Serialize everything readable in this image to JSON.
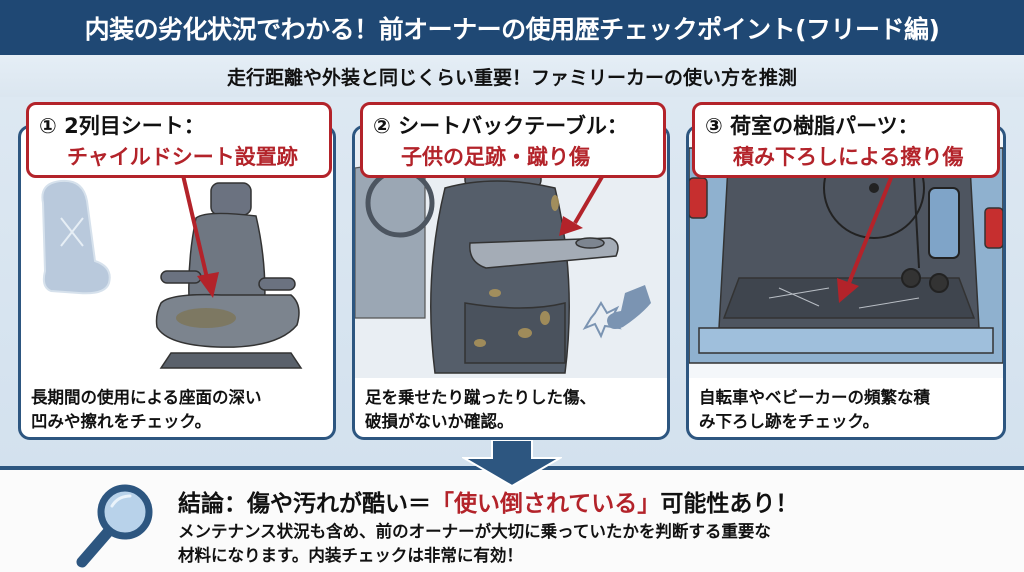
{
  "header": {
    "title": "内装の劣化状況でわかる！前オーナーの使用歴チェックポイント(フリード編)"
  },
  "subtitle": "走行距離や外装と同じくらい重要！ファミリーカーの使い方を推測",
  "cards": [
    {
      "number": "①",
      "title": "2列目シート：",
      "highlight": "チャイルドシート設置跡",
      "description_lines": [
        "長期間の使用による座面の深い",
        "凹みや擦れをチェック。"
      ],
      "illustration": "second-row-seat-with-child-seat-wear"
    },
    {
      "number": "②",
      "title": "シートバックテーブル：",
      "highlight": "子供の足跡・蹴り傷",
      "description_lines": [
        "足を乗せたり蹴ったりした傷、",
        "破損がないか確認。"
      ],
      "illustration": "seatback-table-with-footprints"
    },
    {
      "number": "③",
      "title": "荷室の樹脂パーツ：",
      "highlight": "積み下ろしによる擦り傷",
      "description_lines": [
        "自転車やベビーカーの頻繁な積",
        "み下ろし跡をチェック。"
      ],
      "illustration": "cargo-area-with-bicycle-and-stroller"
    }
  ],
  "conclusion": {
    "prefix": "結論：傷や汚れが酷い＝",
    "highlight": "「使い倒されている」",
    "suffix": "可能性あり！",
    "detail_lines": [
      "メンテナンス状況も含め、前のオーナーが大切に乗っていたかを判断する重要な",
      "材料になります。内装チェックは非常に有効！"
    ]
  },
  "colors": {
    "header_bg": "#1f4874",
    "accent_red": "#b3232a",
    "card_border": "#2d5680",
    "background": "#dde8f2"
  }
}
